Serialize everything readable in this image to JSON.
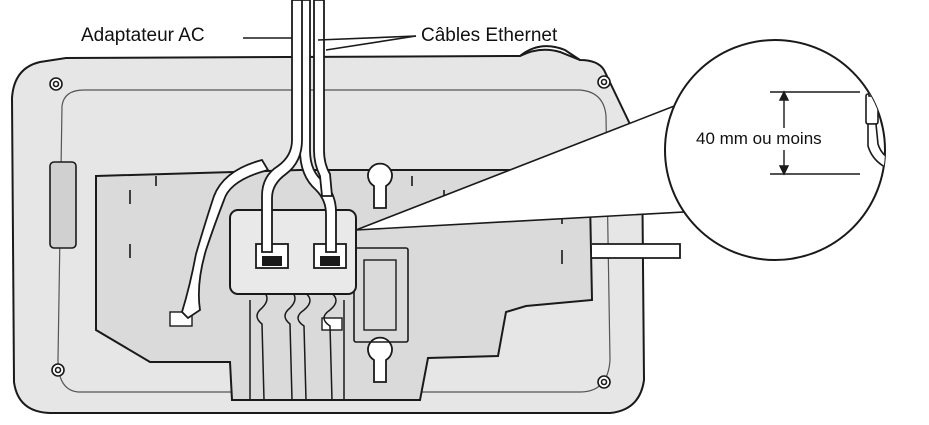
{
  "labels": {
    "ac_adapter": "Adaptateur AC",
    "ethernet_cables": "Câbles Ethernet",
    "dimension": "40 mm ou moins"
  },
  "colors": {
    "line": "#1a1a1a",
    "body_fill": "#e6e6e6",
    "panel_fill": "#dadada",
    "callout_fill": "#ffffff",
    "cable_fill": "#ffffff"
  }
}
